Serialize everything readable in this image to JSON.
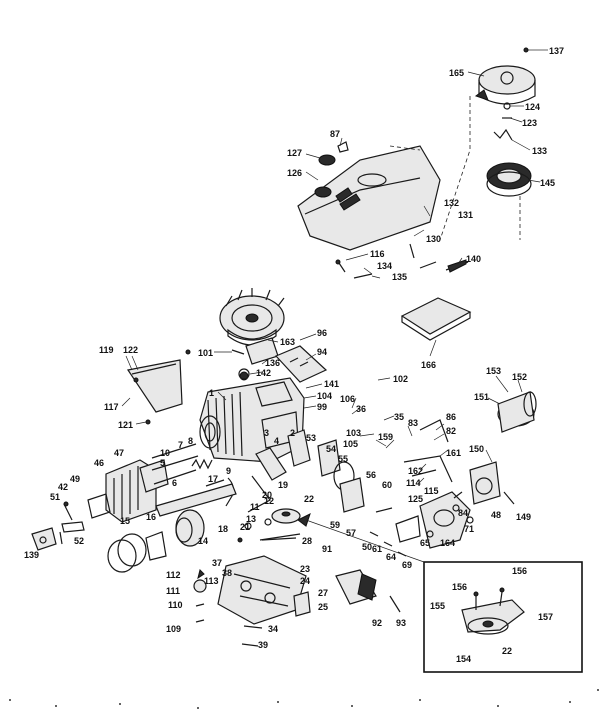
{
  "labels": [
    "137",
    "165",
    "124",
    "123",
    "133",
    "145",
    "87",
    "127",
    "126",
    "132",
    "131",
    "130",
    "116",
    "134",
    "135",
    "140",
    "96",
    "163",
    "94",
    "136",
    "101",
    "142",
    "141",
    "104",
    "99",
    "166",
    "102",
    "119",
    "122",
    "117",
    "121",
    "1",
    "106",
    "36",
    "35",
    "83",
    "86",
    "82",
    "103",
    "105",
    "159",
    "161",
    "162",
    "114",
    "153",
    "152",
    "151",
    "150",
    "53",
    "54",
    "55",
    "56",
    "60",
    "125",
    "115",
    "3",
    "2",
    "4",
    "5",
    "6",
    "7",
    "8",
    "9",
    "10",
    "11",
    "12",
    "13",
    "14",
    "15",
    "16",
    "17",
    "18",
    "19",
    "20",
    "21",
    "22",
    "46",
    "47",
    "49",
    "42",
    "51",
    "52",
    "139",
    "48",
    "149",
    "71",
    "164",
    "65",
    "84",
    "59",
    "57",
    "50",
    "61",
    "64",
    "69",
    "91",
    "92",
    "93",
    "28",
    "23",
    "24",
    "27",
    "25",
    "112",
    "111",
    "113",
    "110",
    "109",
    "34",
    "39",
    "156",
    "155",
    "157",
    "154",
    "37",
    "38"
  ]
}
